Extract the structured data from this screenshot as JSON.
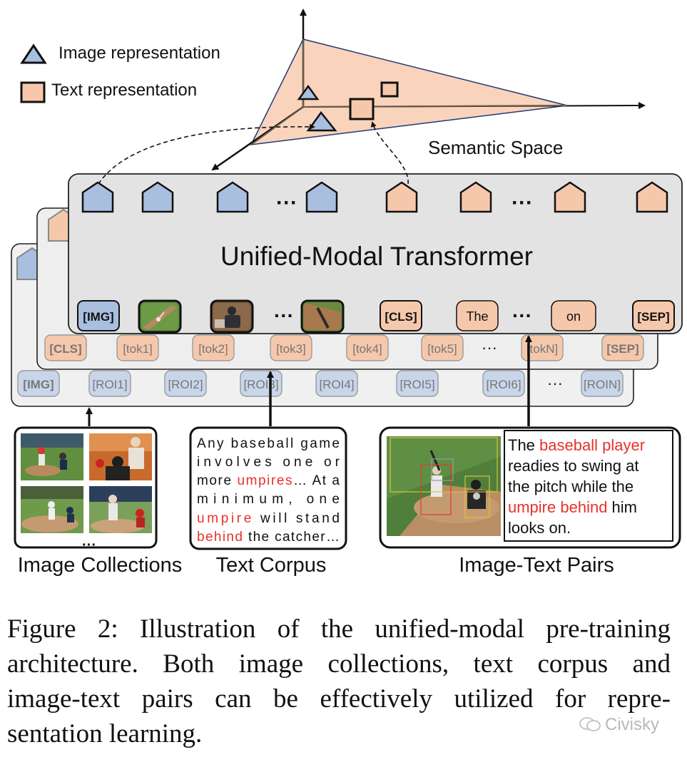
{
  "legend": {
    "image_label": "Image representation",
    "text_label": "Text representation"
  },
  "semantic_space_label": "Semantic Space",
  "transformer_label": "Unified-Modal Transformer",
  "front_row": {
    "img_token": "[IMG]",
    "cls_token": "[CLS]",
    "word1": "The",
    "ellipsis": "···",
    "word2": "on",
    "sep_token": "[SEP]"
  },
  "middle_row": [
    "[CLS]",
    "[tok1]",
    "[tok2]",
    "[tok3]",
    "[tok4]",
    "[tok5]",
    "···",
    "[tokN]",
    "[SEP]"
  ],
  "back_row": [
    "[IMG]",
    "[ROI1]",
    "[ROI2]",
    "[ROI3]",
    "[ROI4]",
    "[ROI5]",
    "[ROI6]",
    "···",
    "[ROIN]"
  ],
  "top_ellipsis": "···",
  "sources": {
    "image_collections_label": "Image Collections",
    "text_corpus_label": "Text Corpus",
    "image_text_pairs_label": "Image-Text Pairs",
    "image_collections_ellipsis": "···"
  },
  "text_corpus": {
    "l1": "Any baseball game",
    "l2": "involves one or",
    "l3a": "more ",
    "l3b": "umpires",
    "l3c": "… At a",
    "l4": "minimum, one",
    "l5a": "umpire",
    "l5b": " will stand",
    "l6a": "behind",
    "l6b": " the catcher…"
  },
  "pair_text": {
    "t1": "The ",
    "t2": "baseball player",
    "t3": "readies to swing at",
    "t4": "the pitch while the",
    "t5": "umpire behind",
    "t6": " him",
    "t7": "looks on."
  },
  "caption": {
    "line1": "Figure 2: Illustration of the unified-modal pre-training",
    "line2": "architecture.  Both image collections, text corpus and",
    "line3": "image-text pairs can be effectively utilized for repre-",
    "line4": "sentation learning."
  },
  "watermark": "Civisky",
  "colors": {
    "image_blue": "#a9bfe0",
    "text_peach": "#f6c8ab",
    "highlight_red": "#e8312a",
    "panel_gray": "#e5e5e5"
  }
}
